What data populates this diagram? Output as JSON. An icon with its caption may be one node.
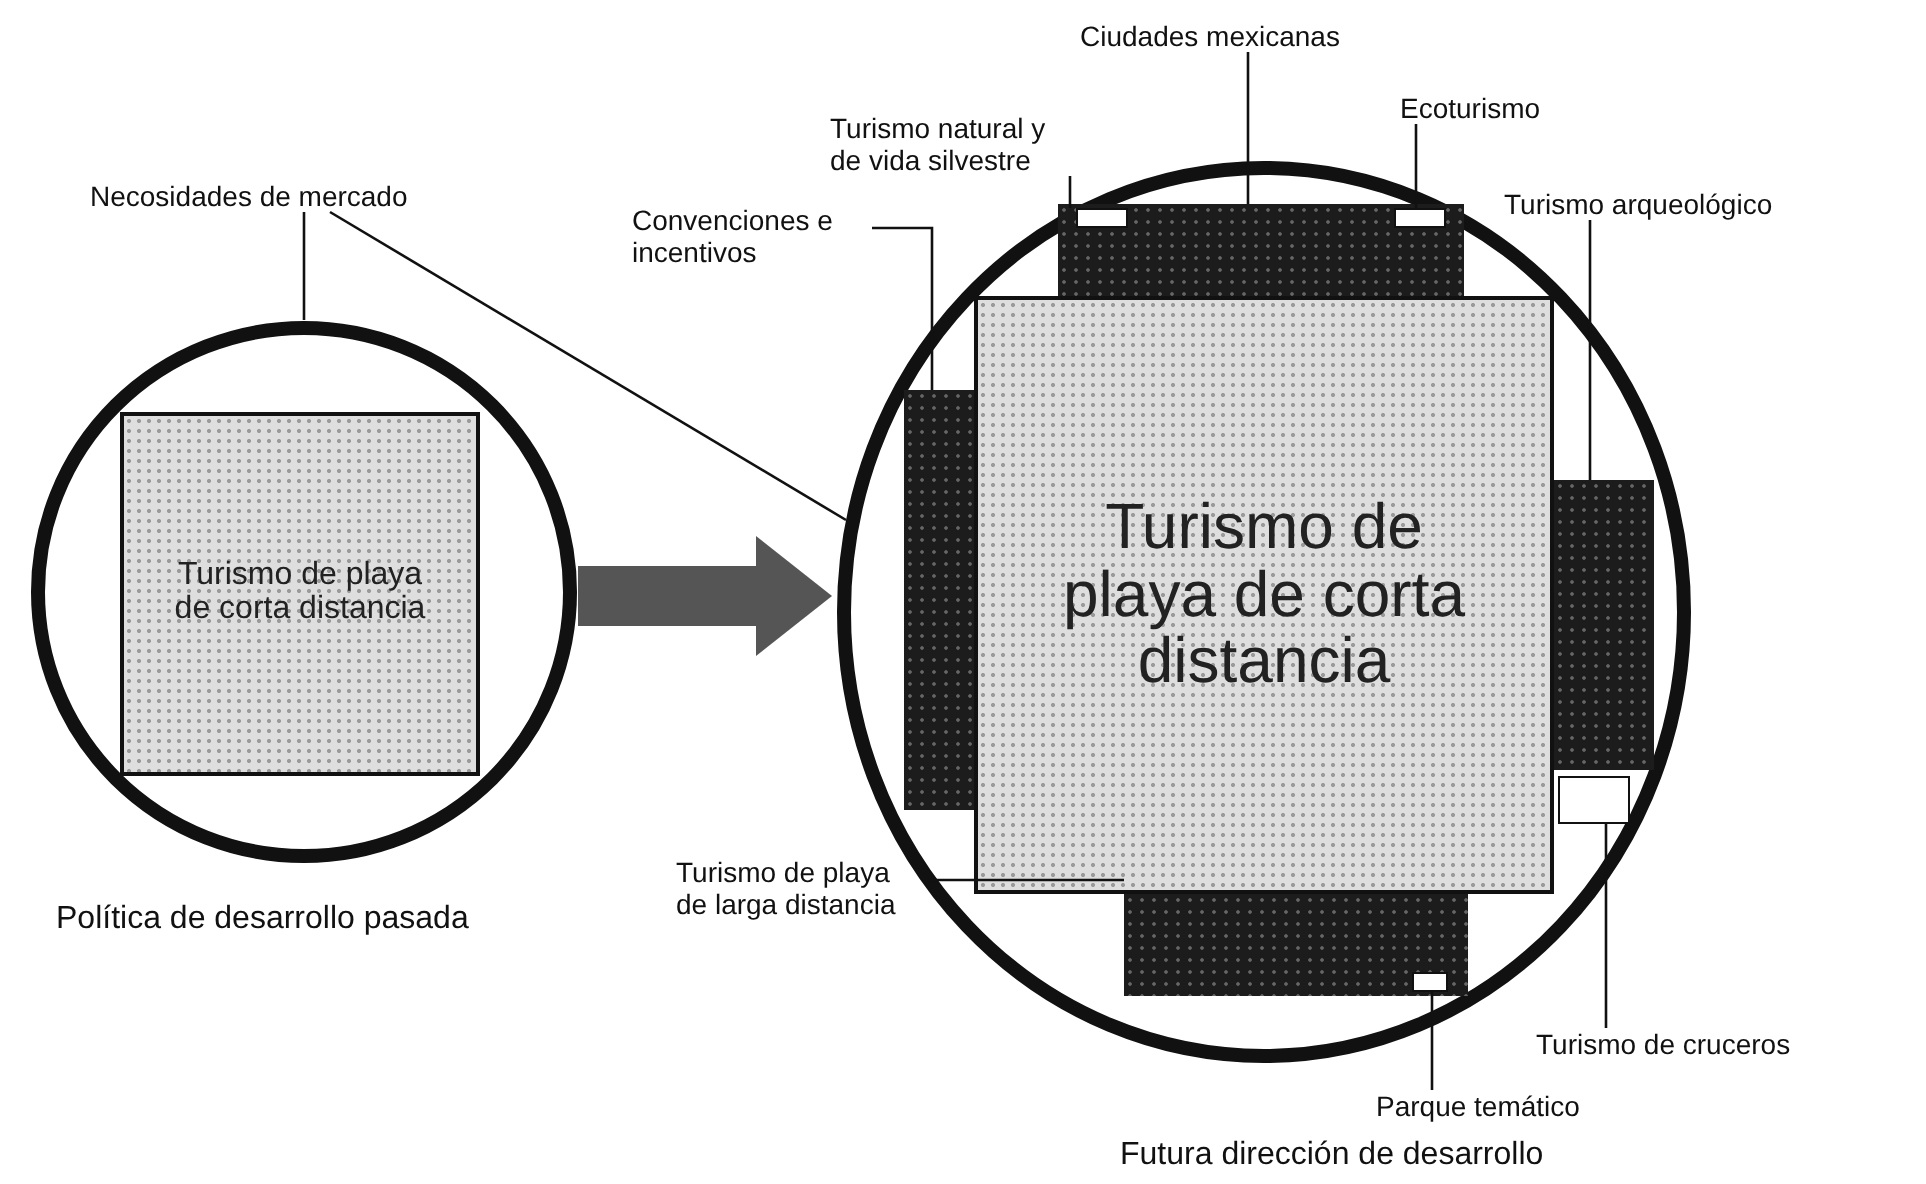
{
  "diagram": {
    "nodes": [
      {
        "text": [],
        "shape": "circle",
        "beside": [
          "Política de desarrollo pasada"
        ]
      },
      {
        "text": [
          "Turismo de playa de corta distancia"
        ],
        "in": 0
      },
      {
        "text": [],
        "shape": "circle"
      },
      {
        "text": [
          "Turismo de playa de corta distancia"
        ],
        "in": 2
      },
      {
        "text": [],
        "shape": "bar",
        "in": 2
      },
      {
        "text": [],
        "shape": "box",
        "in": 4
      },
      {
        "text": [],
        "shape": "box",
        "in": 4
      },
      {
        "text": [],
        "shape": "bar",
        "in": 2
      },
      {
        "text": [],
        "shape": "bar",
        "in": 2
      },
      {
        "text": [],
        "shape": "box",
        "in": 2
      },
      {
        "text": [],
        "shape": "bar",
        "in": 2
      },
      {
        "text": [],
        "shape": "box",
        "in": 10
      },
      {
        "text": [
          "Necosidades de mercado"
        ]
      },
      {
        "text": [
          "Ciudades mexicanas"
        ]
      },
      {
        "text": [
          "Turismo natural y de vida silvestre"
        ]
      },
      {
        "text": [
          "Ecoturismo"
        ]
      },
      {
        "text": [
          "Convenciones e incentivos"
        ]
      },
      {
        "text": [
          "Turismo arqueológico"
        ]
      },
      {
        "text": [
          "Turismo de playa de larga distancia"
        ]
      },
      {
        "text": [
          "Turismo de cruceros"
        ]
      },
      {
        "text": [
          "Parque temático"
        ]
      }
    ],
    "edges": [
      {
        "from": 0,
        "to": 2,
        "arrow": "to",
        "style": "thick"
      },
      {
        "from": 12,
        "to": 0,
        "arrow": "none"
      },
      {
        "from": 12,
        "to": 2,
        "arrow": "none"
      },
      {
        "from": 13,
        "to": 4,
        "arrow": "none"
      },
      {
        "from": 14,
        "to": 5,
        "arrow": "none"
      },
      {
        "from": 15,
        "to": 6,
        "arrow": "none"
      },
      {
        "from": 16,
        "to": 7,
        "arrow": "none"
      },
      {
        "from": 17,
        "to": 8,
        "arrow": "none"
      },
      {
        "from": 18,
        "to": 10,
        "arrow": "none"
      },
      {
        "from": 19,
        "to": 9,
        "arrow": "none"
      },
      {
        "from": 20,
        "to": 11,
        "arrow": "none"
      }
    ],
    "labels": [
      "Futura dirección de desarrollo"
    ]
  }
}
